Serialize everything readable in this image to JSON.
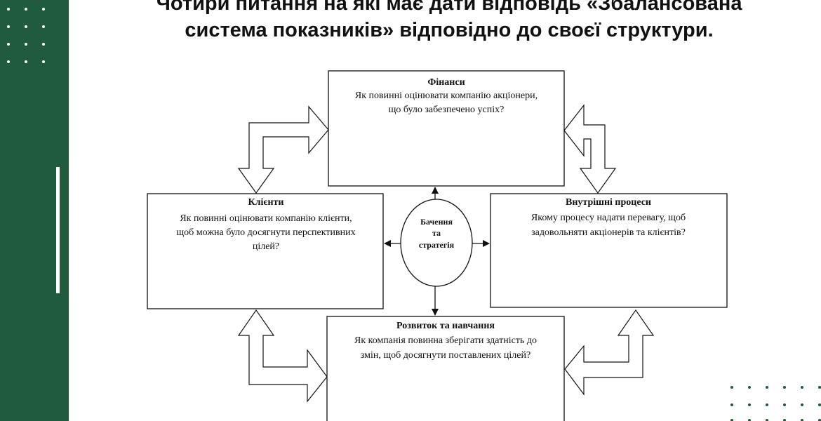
{
  "slide": {
    "title_line1": "Чотири питання на які має дати відповідь «Збалансована",
    "title_line2": "система показників» відповідно до своєї структури",
    "title_dot": ".",
    "accent_color": "#1f5b3c"
  },
  "diagram": {
    "finance": {
      "title": "Фінанси",
      "line1": "Як повинні оцінювати компанію акціонери,",
      "line2": "що було забезпечено успіх?"
    },
    "clients": {
      "title": "Клієнти",
      "line1": "Як повинні оцінювати компанію клієнти,",
      "line2": "щоб можна було досягнути перспективних",
      "line3": "цілей?"
    },
    "internal": {
      "title": "Внутрішні процеси",
      "line1": "Якому процесу надати перевагу, щоб",
      "line2": "задовольняти акціонерів та клієнтів?"
    },
    "learning": {
      "title": "Розвиток та навчання",
      "line1": "Як компанія повинна зберігати здатність до",
      "line2": "змін, щоб досягнути поставлених цілей?"
    },
    "center": {
      "line1": "Бачення",
      "line2": "та",
      "line3": "стратегія"
    }
  }
}
